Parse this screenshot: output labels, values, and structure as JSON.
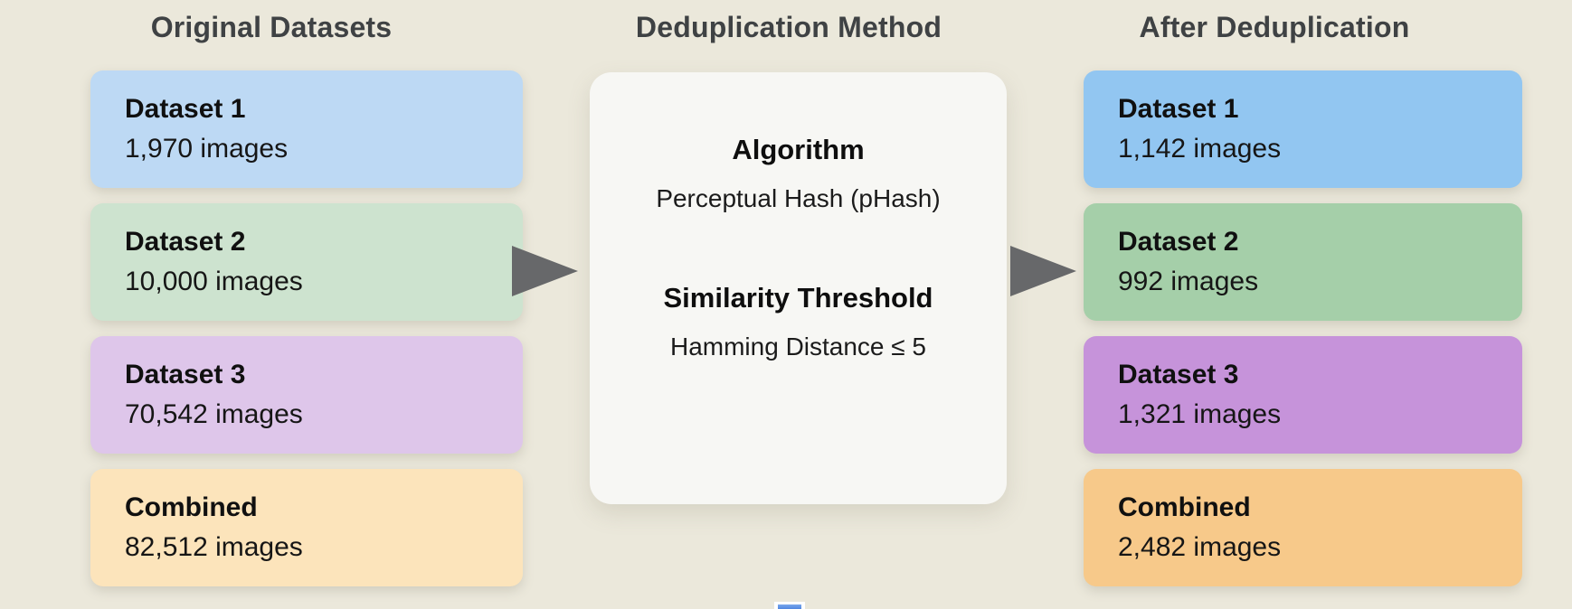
{
  "columns": {
    "original": {
      "title": "Original Datasets",
      "boxes": [
        {
          "label": "Dataset 1",
          "value": "1,970 images",
          "color": "#BDD9F4"
        },
        {
          "label": "Dataset 2",
          "value": "10,000 images",
          "color": "#CDE3CF"
        },
        {
          "label": "Dataset 3",
          "value": "70,542 images",
          "color": "#DEC6EA"
        },
        {
          "label": "Combined",
          "value": "82,512 images",
          "color": "#FCE4BB"
        }
      ]
    },
    "method": {
      "title": "Deduplication Method",
      "sections": [
        {
          "heading": "Algorithm",
          "detail": "Perceptual Hash (pHash)"
        },
        {
          "heading": "Similarity Threshold",
          "detail": "Hamming Distance ≤ 5"
        }
      ]
    },
    "after": {
      "title": "After Deduplication",
      "boxes": [
        {
          "label": "Dataset 1",
          "value": "1,142 images",
          "color": "#92C6F1"
        },
        {
          "label": "Dataset 2",
          "value": "992 images",
          "color": "#A5CFA9"
        },
        {
          "label": "Dataset 3",
          "value": "1,321 images",
          "color": "#C693DA"
        },
        {
          "label": "Combined",
          "value": "2,482 images",
          "color": "#F7C98A"
        }
      ]
    }
  },
  "colors": {
    "background": "#EBE8DB",
    "card": "#F7F7F4",
    "arrow": "#67686A",
    "title_text": "#3F4244",
    "box_text": "#101010"
  }
}
